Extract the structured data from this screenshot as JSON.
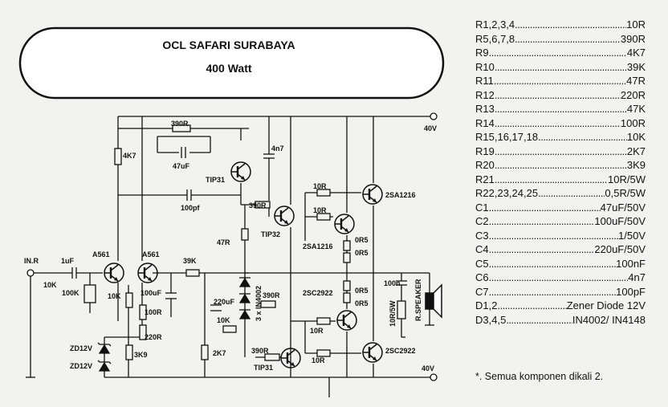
{
  "title": {
    "line1": "OCL SAFARI SURABAYA",
    "line2": "400 Watt"
  },
  "rails": {
    "top": "40V",
    "bottom": "40V"
  },
  "input_label": "IN.R",
  "labels": {
    "r_390r_top": "390R",
    "c_47uf": "47uF",
    "r_4k7": "4K7",
    "q_tip31_top": "TIP31",
    "c_4n7": "4n7",
    "c_100pf": "100pf",
    "r_390r_mid": "390R",
    "q_tip32": "TIP32",
    "r_10r_a": "10R",
    "r_10r_b": "10R",
    "q_2sa1216_a": "2SA1216",
    "q_2sa1216_b": "2SA1216",
    "r_0r5_a": "0R5",
    "r_0r5_b": "0R5",
    "r_47r": "47R",
    "c_1uf": "1uF",
    "q_a561_a": "A561",
    "q_a561_b": "A561",
    "r_39k": "39K",
    "r_10k_in": "10K",
    "r_100k": "100K",
    "r_10k_b": "10K",
    "c_100uf": "100uF",
    "r_100r": "100R",
    "r_220r": "220R",
    "c_220uf": "220uF",
    "d_3x": "3 x IN4002",
    "r_390r_low": "390R",
    "q_2sc2922_a": "2SC2922",
    "r_0r5_c": "0R5",
    "r_0r5_d": "0R5",
    "c_100n": "100n",
    "r_10r5w": "10R/5W",
    "speaker": "R.SPEAKER",
    "r_10r_c": "10R",
    "r_10k_c": "10K",
    "r_2k7": "2K7",
    "zd_a": "ZD12V",
    "zd_b": "ZD12V",
    "r_3k9": "3K9",
    "r_390r_bot": "390R",
    "q_tip31_bot": "TIP31",
    "r_10r_d": "10R",
    "q_2sc2922_b": "2SC2922"
  },
  "parts_list": [
    {
      "name": "R1,2,3,4",
      "value": "10R"
    },
    {
      "name": "R5,6,7,8",
      "value": "390R"
    },
    {
      "name": "R9",
      "value": "4K7"
    },
    {
      "name": "R10",
      "value": "39K"
    },
    {
      "name": "R11",
      "value": "47R"
    },
    {
      "name": "R12",
      "value": "220R"
    },
    {
      "name": "R13",
      "value": "47K"
    },
    {
      "name": "R14",
      "value": "100R"
    },
    {
      "name": "R15,16,17,18",
      "value": "10K"
    },
    {
      "name": "R19",
      "value": "2K7"
    },
    {
      "name": "R20",
      "value": "3K9"
    },
    {
      "name": "R21",
      "value": "10R/5W"
    },
    {
      "name": "R22,23,24,25",
      "value": "0,5R/5W"
    },
    {
      "name": "C1",
      "value": "47uF/50V"
    },
    {
      "name": "C2",
      "value": "100uF/50V"
    },
    {
      "name": "C3",
      "value": "1/50V"
    },
    {
      "name": "C4",
      "value": "220uF/50V"
    },
    {
      "name": "C5",
      "value": "100nF"
    },
    {
      "name": "C6",
      "value": "4n7"
    },
    {
      "name": "C7",
      "value": "100pF"
    },
    {
      "name": "D1,2",
      "value": "Zener Diode 12V"
    },
    {
      "name": "D3,4,5",
      "value": "IN4002/ IN4148"
    }
  ],
  "note": "*. Semua komponen dikali 2."
}
